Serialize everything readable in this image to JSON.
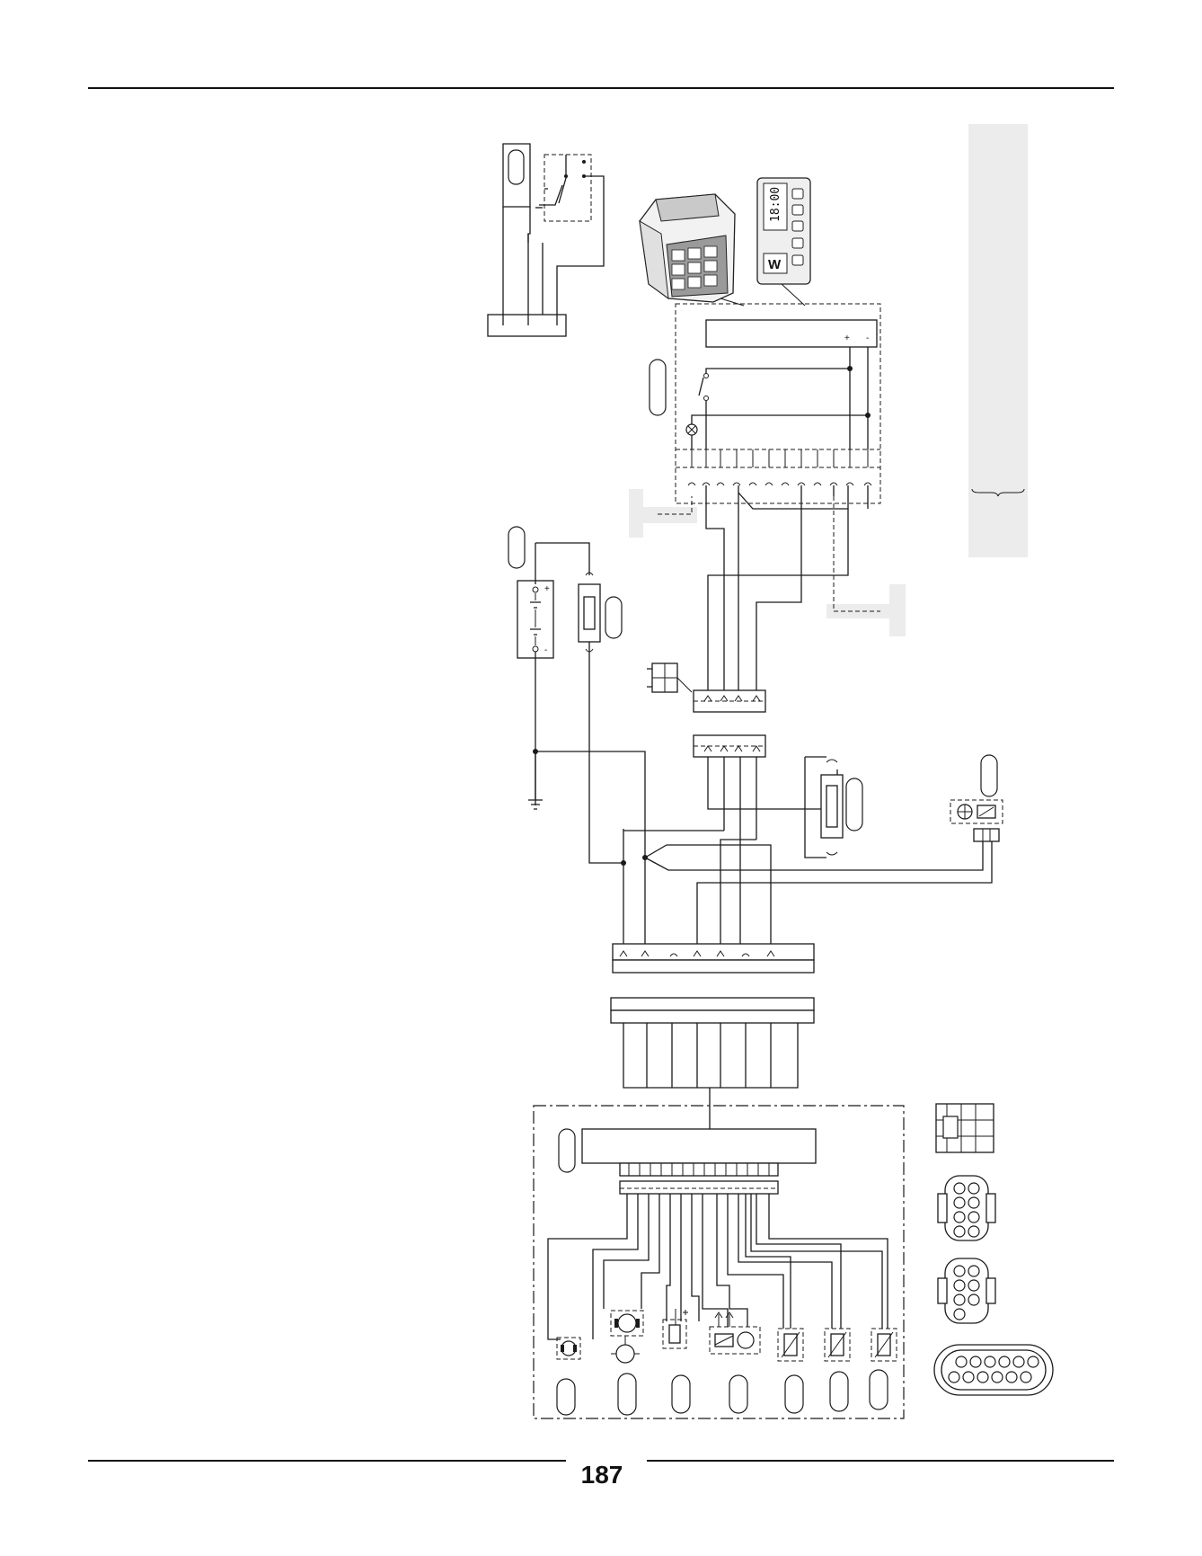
{
  "page": {
    "number": "187"
  },
  "controller": {
    "display_time": "18:00",
    "logo": "W"
  },
  "battery": {
    "plus": "+",
    "minus": "-"
  },
  "switch_box": {
    "plus": "+",
    "minus": "-"
  },
  "colors": {
    "line": "#1a1a1a",
    "panel_gray": "#ececec"
  },
  "icons": [
    "connector-housing-icon",
    "timer-controller-icon",
    "battery-icon",
    "fuse-icon",
    "ground-icon",
    "motor-icon",
    "sensor-icon",
    "valve-icon",
    "connector-plug-icon"
  ]
}
